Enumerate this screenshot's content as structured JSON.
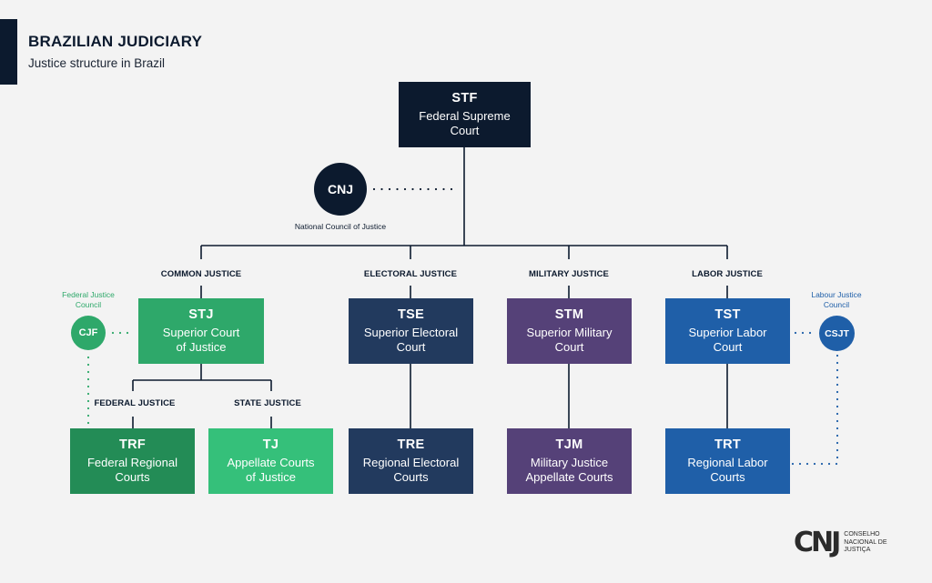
{
  "header": {
    "title": "BRAZILIAN JUDICIARY",
    "subtitle": "Justice structure in Brazil"
  },
  "colors": {
    "navy": "#0c1a2e",
    "common_green": "#2ea86a",
    "federal_green": "#238c56",
    "state_green": "#35c07a",
    "electoral_slate": "#223a5e",
    "military_purple": "#554178",
    "labor_blue": "#1f5fa8"
  },
  "nodes": {
    "stf": {
      "abbr": "STF",
      "full": "Federal Supreme Court"
    },
    "cnj": {
      "abbr": "CNJ",
      "label": "National Council of Justice"
    },
    "stj": {
      "abbr": "STJ",
      "full": "Superior Court of Justice"
    },
    "tse": {
      "abbr": "TSE",
      "full": "Superior Electoral Court"
    },
    "stm": {
      "abbr": "STM",
      "full": "Superior Military Court"
    },
    "tst": {
      "abbr": "TST",
      "full": "Superior Labor Court"
    },
    "trf": {
      "abbr": "TRF",
      "full": "Federal Regional Courts"
    },
    "tj": {
      "abbr": "TJ",
      "full": "Appellate Courts of Justice"
    },
    "tre": {
      "abbr": "TRE",
      "full": "Regional Electoral Courts"
    },
    "tjm": {
      "abbr": "TJM",
      "full": "Military Justice Appellate Courts"
    },
    "trt": {
      "abbr": "TRT",
      "full": "Regional Labor Courts"
    },
    "cjf": {
      "abbr": "CJF",
      "label": "Federal Justice Council"
    },
    "csjt": {
      "abbr": "CSJT",
      "label": "Labour Justice Council"
    }
  },
  "branches": {
    "common": "COMMON JUSTICE",
    "electoral": "ELECTORAL JUSTICE",
    "military": "MILITARY JUSTICE",
    "labor": "LABOR JUSTICE",
    "federal": "FEDERAL JUSTICE",
    "state": "STATE JUSTICE"
  },
  "logo": {
    "mark": "CNJ",
    "text": "CONSELHO NACIONAL DE JUSTIÇA"
  }
}
